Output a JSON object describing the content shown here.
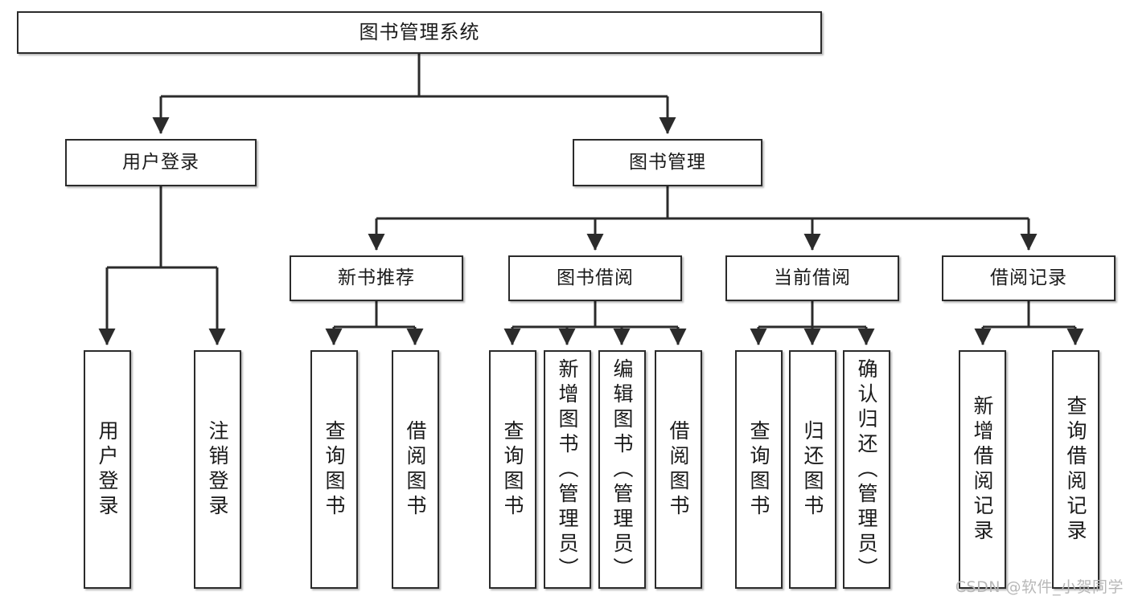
{
  "diagram": {
    "type": "tree-hierarchy",
    "title": "图书管理系统",
    "watermark": "CSDN @软件_小贺同学",
    "colors": {
      "box_border": "#2b2b2b",
      "box_fill": "#ffffff",
      "connector": "#2b2b2b",
      "text": "#1a1a1a",
      "watermark": "#b8b8b8"
    },
    "nodes": {
      "root": {
        "label": "图书管理系统"
      },
      "level2": [
        {
          "label": "用户登录"
        },
        {
          "label": "图书管理"
        }
      ],
      "level3": [
        {
          "label": "新书推荐"
        },
        {
          "label": "图书借阅"
        },
        {
          "label": "当前借阅"
        },
        {
          "label": "借阅记录"
        }
      ],
      "leaves": {
        "user_login": [
          {
            "label": "用户登录"
          },
          {
            "label": "注销登录"
          }
        ],
        "new_book_recommend": [
          {
            "label": "查询图书"
          },
          {
            "label": "借阅图书"
          }
        ],
        "book_borrow": [
          {
            "label": "查询图书"
          },
          {
            "label": "新增图书（管理员）"
          },
          {
            "label": "编辑图书（管理员）"
          },
          {
            "label": "借阅图书"
          }
        ],
        "current_borrow": [
          {
            "label": "查询图书"
          },
          {
            "label": "归还图书"
          },
          {
            "label": "确认归还（管理员）"
          }
        ],
        "borrow_records": [
          {
            "label": "新增借阅记录"
          },
          {
            "label": "查询借阅记录"
          }
        ]
      }
    }
  }
}
